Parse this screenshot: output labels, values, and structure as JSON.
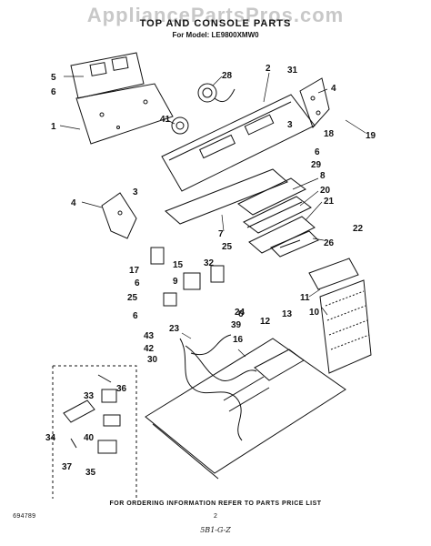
{
  "watermark": "AppliancePartsPros.com",
  "header": {
    "title": "TOP AND CONSOLE PARTS",
    "model": "For Model: LE9800XMW0"
  },
  "footer": {
    "ordering_note": "FOR ORDERING INFORMATION REFER TO PARTS PRICE LIST",
    "doc_number": "694789",
    "page": "2",
    "signature": "5B1-G-Z"
  },
  "callouts": [
    "1",
    "2",
    "3",
    "3",
    "4",
    "4",
    "5",
    "6",
    "6",
    "6",
    "6",
    "6",
    "7",
    "8",
    "9",
    "10",
    "11",
    "12",
    "13",
    "15",
    "16",
    "17",
    "18",
    "19",
    "20",
    "21",
    "22",
    "23",
    "24",
    "25",
    "25",
    "26",
    "28",
    "29",
    "30",
    "31",
    "32",
    "33",
    "34",
    "35",
    "36",
    "37",
    "39",
    "40",
    "41",
    "42",
    "43"
  ]
}
